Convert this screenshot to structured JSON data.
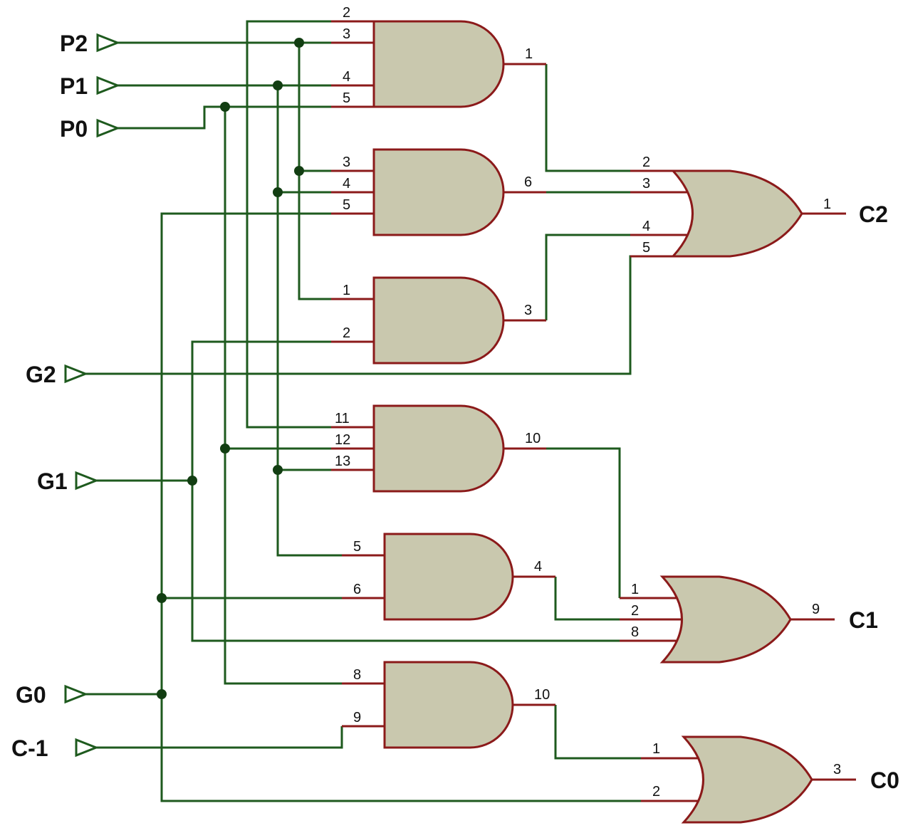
{
  "inputs": {
    "p2": "P2",
    "p1": "P1",
    "p0": "P0",
    "g2": "G2",
    "g1": "G1",
    "g0": "G0",
    "cm1": "C-1"
  },
  "outputs": {
    "c2": "C2",
    "c1": "C1",
    "c0": "C0"
  },
  "gates": {
    "and1": {
      "in_a": "2",
      "in_b": "3",
      "in_c": "4",
      "in_d": "5",
      "out": "1"
    },
    "and2": {
      "in_a": "3",
      "in_b": "4",
      "in_c": "5",
      "out": "6"
    },
    "and3": {
      "in_a": "1",
      "in_b": "2",
      "out": "3"
    },
    "and4": {
      "in_a": "11",
      "in_b": "12",
      "in_c": "13",
      "out": "10"
    },
    "and5": {
      "in_a": "5",
      "in_b": "6",
      "out": "4"
    },
    "and6": {
      "in_a": "8",
      "in_b": "9",
      "out": "10"
    },
    "or_c2": {
      "in_a": "2",
      "in_b": "3",
      "in_c": "4",
      "in_d": "5",
      "out": "1"
    },
    "or_c1": {
      "in_a": "1",
      "in_b": "2",
      "in_c": "8",
      "out": "9"
    },
    "or_c0": {
      "in_a": "1",
      "in_b": "2",
      "out": "3"
    }
  },
  "colors": {
    "wire": "#1e5a1e",
    "gate_fill": "#c9c8ae",
    "gate_outline": "#8b1a1a"
  }
}
